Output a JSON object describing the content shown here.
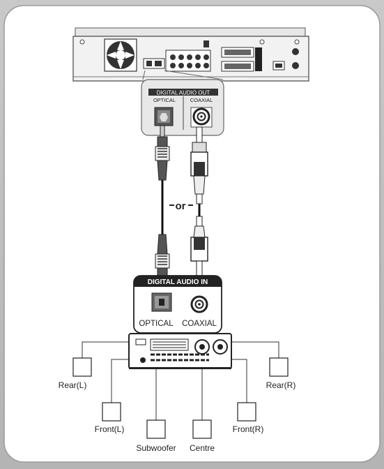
{
  "player_panel": {
    "title": "DIGITAL AUDIO OUT",
    "optical": "OPTICAL",
    "coaxial": "COAXIAL"
  },
  "connector_text": "or",
  "receiver_panel": {
    "title": "DIGITAL AUDIO IN",
    "optical": "OPTICAL",
    "coaxial": "COAXIAL"
  },
  "speakers": {
    "rear_left": "Rear(L)",
    "rear_right": "Rear(R)",
    "front_left": "Front(L)",
    "front_right": "Front(R)",
    "subwoofer": "Subwoofer",
    "centre": "Centre"
  }
}
